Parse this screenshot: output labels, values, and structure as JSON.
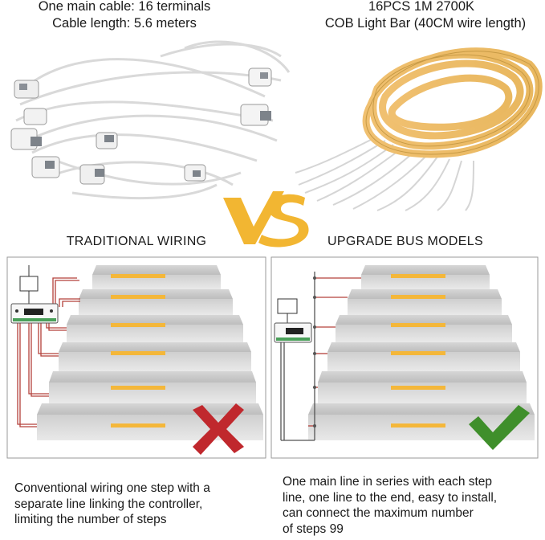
{
  "top_left": {
    "line1": "One main cable: 16 terminals",
    "line2": "Cable length: 5.6 meters"
  },
  "top_right": {
    "line1": "16PCS 1M 2700K",
    "line2": "COB Light Bar (40CM wire length)"
  },
  "vs_label": "VS",
  "left_panel": {
    "heading": "TRADITIONAL WIRING",
    "caption_lines": [
      "Conventional wiring one step with a",
      "separate line linking the controller,",
      "limiting the number of steps"
    ],
    "mark": "cross-icon"
  },
  "right_panel": {
    "heading": "UPGRADE BUS MODELS",
    "caption_lines": [
      "One main line in series with each step",
      "line, one line to the end, easy to install,",
      "can connect the maximum number",
      "of steps 99"
    ],
    "mark": "check-icon"
  },
  "colors": {
    "accent_yellow": "#f4b73a",
    "cross_red": "#c0282d",
    "check_green": "#3f8f2b",
    "wire_red": "#b3403a",
    "step_light": "#e8e8e8",
    "step_face": "#c9c9c9"
  }
}
